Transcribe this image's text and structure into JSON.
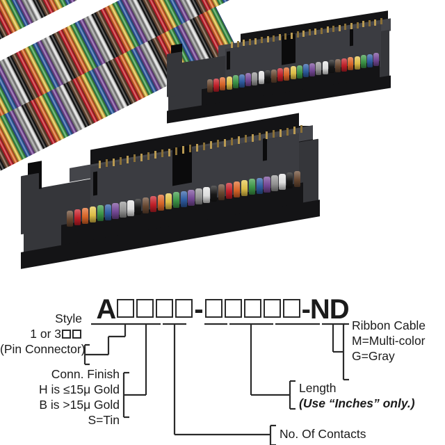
{
  "photo": {
    "description": "Two black IDC ribbon-cable header connectors attached to multi-color rainbow ribbon cable",
    "ribbon_colors": [
      "#6b4a33",
      "#c9202a",
      "#e2692a",
      "#e8c64a",
      "#3f9b49",
      "#3060a8",
      "#7a4b9c",
      "#9a9a9a",
      "#e8e8e8",
      "#1a1a1a"
    ],
    "ribbon_color_names": [
      "brown",
      "red",
      "orange",
      "yellow",
      "green",
      "blue",
      "violet",
      "gray",
      "white",
      "black"
    ],
    "connector_body_color": "#35363a",
    "connector_pin_color": "#b99a52"
  },
  "code": {
    "prefix": "A",
    "group1_boxes": 4,
    "separator": "-",
    "group2_boxes": 5,
    "suffix": "-ND"
  },
  "labels": {
    "style": {
      "line1": "Style",
      "line2_prefix": "1 or 3",
      "line3": "(Pin Connector)"
    },
    "finish": {
      "line1": "Conn. Finish",
      "line2": "H is ≤15μ  Gold",
      "line3": "B is >15μ  Gold",
      "line4": "S=Tin"
    },
    "ribbon": {
      "line1": "Ribbon Cable",
      "line2": "M=Multi-color",
      "line3": "G=Gray"
    },
    "length": {
      "line1": "Length",
      "line2": "(Use “Inches” only.)"
    },
    "contacts": {
      "line1": "No. Of Contacts"
    }
  }
}
